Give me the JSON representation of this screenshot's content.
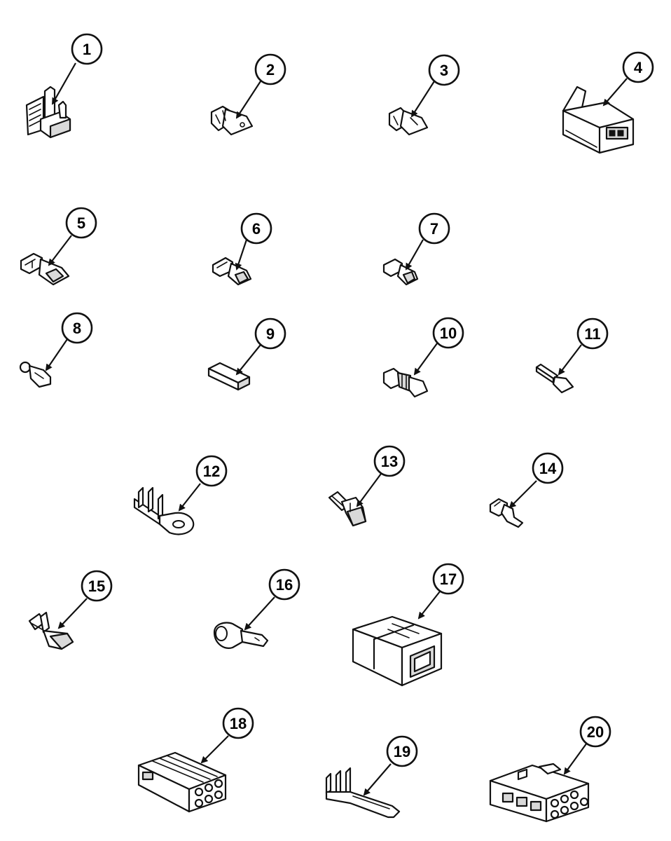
{
  "callouts": [
    {
      "num": "1",
      "icon": "wire-connector-icon"
    },
    {
      "num": "2",
      "icon": "crimp-terminal-icon"
    },
    {
      "num": "3",
      "icon": "crimp-terminal-icon"
    },
    {
      "num": "4",
      "icon": "connector-housing-icon"
    },
    {
      "num": "5",
      "icon": "female-quick-disconnect-icon"
    },
    {
      "num": "6",
      "icon": "female-quick-disconnect-icon"
    },
    {
      "num": "7",
      "icon": "female-quick-disconnect-icon"
    },
    {
      "num": "8",
      "icon": "crimp-terminal-icon"
    },
    {
      "num": "9",
      "icon": "terminal-insulator-icon"
    },
    {
      "num": "10",
      "icon": "insulated-terminal-icon"
    },
    {
      "num": "11",
      "icon": "pin-terminal-icon"
    },
    {
      "num": "12",
      "icon": "ring-terminal-icon"
    },
    {
      "num": "13",
      "icon": "crimp-terminal-icon"
    },
    {
      "num": "14",
      "icon": "crimp-terminal-icon"
    },
    {
      "num": "15",
      "icon": "female-quick-disconnect-icon"
    },
    {
      "num": "16",
      "icon": "flag-terminal-icon"
    },
    {
      "num": "17",
      "icon": "connector-housing-icon"
    },
    {
      "num": "18",
      "icon": "six-pin-connector-icon"
    },
    {
      "num": "19",
      "icon": "pin-terminal-icon"
    },
    {
      "num": "20",
      "icon": "multi-pin-connector-icon"
    }
  ]
}
